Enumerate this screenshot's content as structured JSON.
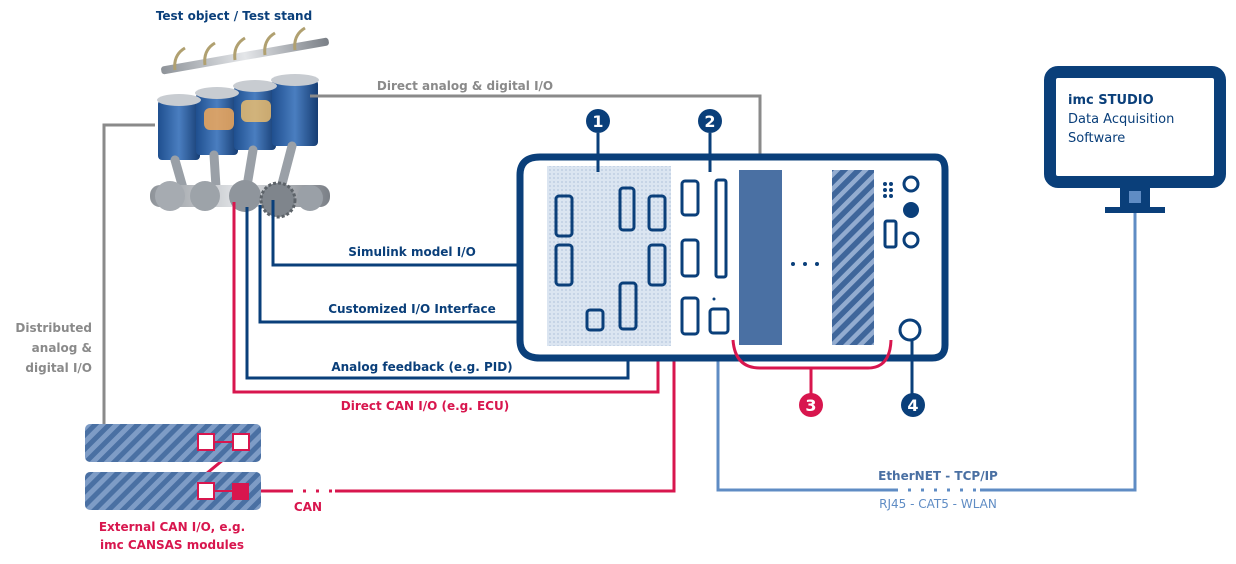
{
  "labels": {
    "test_object": "Test object / Test stand",
    "direct_analog": "Direct analog & digital I/O",
    "simulink": "Simulink model I/O",
    "customized": "Customized I/O Interface",
    "analog_feedback": "Analog feedback (e.g. PID)",
    "direct_can": "Direct CAN I/O (e.g. ECU)",
    "distributed_1": "Distributed",
    "distributed_2": "analog &",
    "distributed_3": "digital I/O",
    "can": "CAN",
    "external_1": "External CAN I/O, e.g.",
    "external_2": "imc CANSAS modules",
    "ethernet": "EtherNET - TCP/IP",
    "rj45": "RJ45 - CAT5 - WLAN",
    "studio_1": "imc STUDIO",
    "studio_2": "Data Acquisition",
    "studio_3": "Software"
  },
  "badges": {
    "b1": "1",
    "b2": "2",
    "b3": "3",
    "b4": "4"
  },
  "colors": {
    "navy": "#0a3f7a",
    "crimson": "#d8164e",
    "gray": "#8a8a8a",
    "light_blue": "#5f8cc4",
    "steel": "#4a70a3",
    "panel_fill": "#d7e2ef"
  }
}
